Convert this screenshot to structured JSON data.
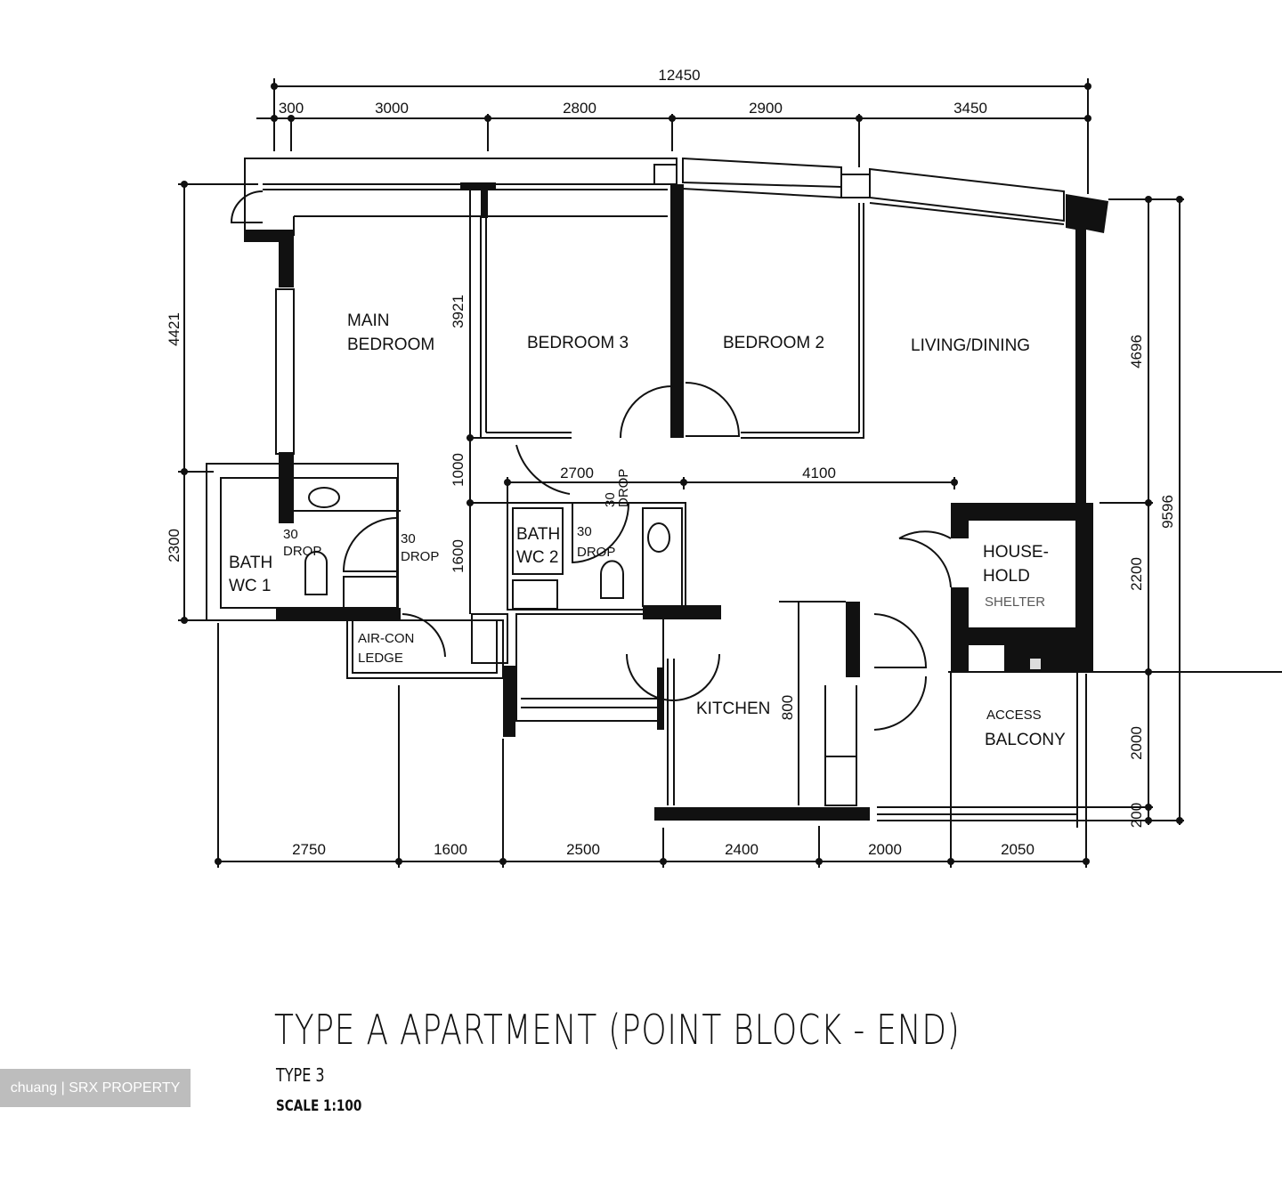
{
  "plan": {
    "title": "TYPE A APARTMENT (POINT BLOCK - END)",
    "type": "TYPE 3",
    "scale": "SCALE   1:100",
    "watermark": "chuang | SRX PROPERTY"
  },
  "rooms": {
    "main_bedroom_1": "MAIN",
    "main_bedroom_2": "BEDROOM",
    "bedroom3": "BEDROOM  3",
    "bedroom2": "BEDROOM  2",
    "living": "LIVING/DINING",
    "bath1_1": "BATH",
    "bath1_2": "WC  1",
    "bath2_1": "BATH",
    "bath2_2": "WC  2",
    "aircon_1": "AIR-CON",
    "aircon_2": "LEDGE",
    "household_1": "HOUSE-",
    "household_2": "HOLD",
    "household_3": "SHELTER",
    "kitchen": "KITCHEN",
    "balcony_1": "ACCESS",
    "balcony_2": "BALCONY"
  },
  "annotations": {
    "drop_num": "30",
    "drop_label": "DROP"
  },
  "dimensions": {
    "top_total": "12450",
    "top": [
      "300",
      "3000",
      "2800",
      "2900",
      "3450"
    ],
    "bottom": [
      "2750",
      "1600",
      "2500",
      "2400",
      "2000",
      "2050"
    ],
    "left": [
      "4421",
      "2300"
    ],
    "inner_left": [
      "3921",
      "1000",
      "1600"
    ],
    "inner_mid": [
      "2700",
      "4100"
    ],
    "right": [
      "4696",
      "2200",
      "2000",
      "200"
    ],
    "right_total": "9596",
    "kitchen_counter": "800"
  }
}
